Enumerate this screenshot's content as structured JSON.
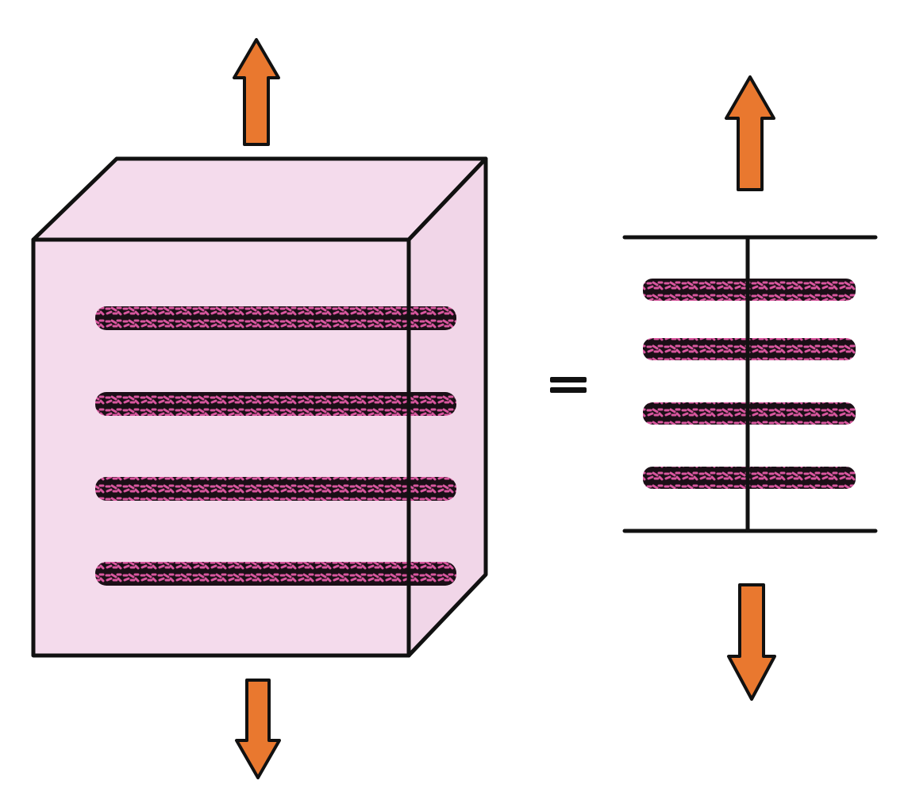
{
  "colors": {
    "block_face": "#f4dbec",
    "block_side": "#f1d6e8",
    "fiber_core": "#1a0f16",
    "fiber_highlight": "#d9579f",
    "arrow_fill": "#e9782f",
    "outline": "#111111",
    "background": "#ffffff"
  },
  "left_block": {
    "fiber_count": 4,
    "load": "tension"
  },
  "right_model": {
    "fiber_count": 4,
    "load": "tension"
  },
  "equivalence_symbol": "="
}
